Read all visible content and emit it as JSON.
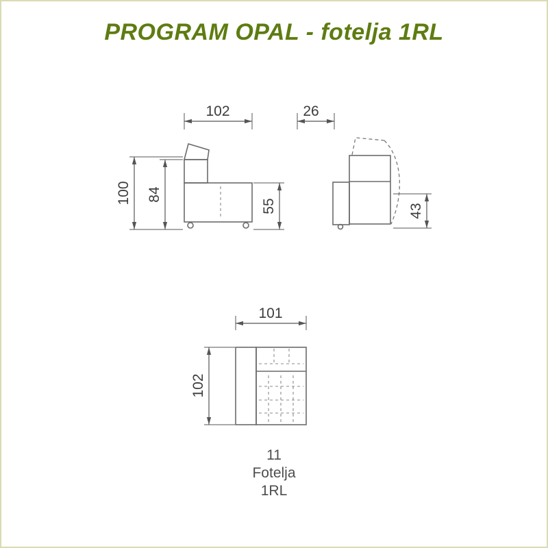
{
  "page": {
    "title": "PROGRAM OPAL - fotelja 1RL"
  },
  "theme": {
    "title_color": "#5e7c11",
    "border_color": "#d9dcb2",
    "line_color": "#6a6a6a",
    "dimension_text_color": "#3c3c3c",
    "label_text_color": "#4d4d4d"
  },
  "views": {
    "front": {
      "name": "front-view",
      "dims": {
        "width": "102",
        "total_height": "100",
        "back_height": "84",
        "seat_height": "55"
      }
    },
    "side": {
      "name": "side-view",
      "dims": {
        "front_depth": "26",
        "leg_height": "43"
      }
    },
    "top": {
      "name": "top-view",
      "dims": {
        "width": "101",
        "depth": "102"
      }
    }
  },
  "label": {
    "code": "11",
    "name": "Fotelja",
    "variant": "1RL"
  }
}
